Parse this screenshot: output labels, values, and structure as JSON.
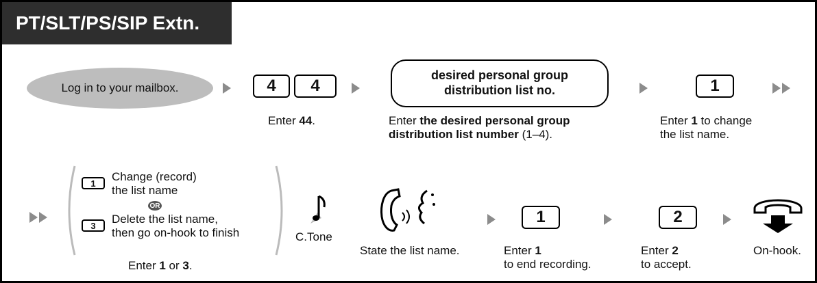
{
  "header": {
    "title": "PT/SLT/PS/SIP Extn."
  },
  "row1": {
    "login": "Log in to your mailbox.",
    "key_a": "4",
    "key_b": "4",
    "enter44_pre": "Enter ",
    "enter44_bold": "44",
    "enter44_post": ".",
    "desired_box": "desired personal group distribution list no.",
    "desired_pre": "Enter ",
    "desired_bold": "the desired personal group distribution list number",
    "desired_post": " (1–4).",
    "key_1": "1",
    "enter1_pre": "Enter ",
    "enter1_bold": "1",
    "enter1_post": " to change",
    "enter1_line2": "the list name."
  },
  "row2": {
    "opt1_key": "1",
    "opt1_line1": "Change (record)",
    "opt1_line2": "the list name",
    "or_label": "OR",
    "opt3_key": "3",
    "opt3_line1": "Delete the list name,",
    "opt3_line2": "then go on-hook to finish",
    "enter13_pre": "Enter ",
    "enter13_b1": "1",
    "enter13_mid": " or ",
    "enter13_b2": "3",
    "enter13_post": ".",
    "ctone": "C.Tone",
    "state": "State the list name.",
    "key_1": "1",
    "end_pre": "Enter ",
    "end_bold": "1",
    "end_line2": "to end recording.",
    "key_2": "2",
    "accept_pre": "Enter ",
    "accept_bold": "2",
    "accept_line2": "to accept.",
    "onhook": "On-hook."
  },
  "colors": {
    "header_bg": "#2e2e2e",
    "oval_bg": "#bdbdbd",
    "arrow": "#8c8c8c"
  },
  "icons": [
    "music-note-icon",
    "speaking-handset-icon",
    "on-hook-handset-icon"
  ]
}
